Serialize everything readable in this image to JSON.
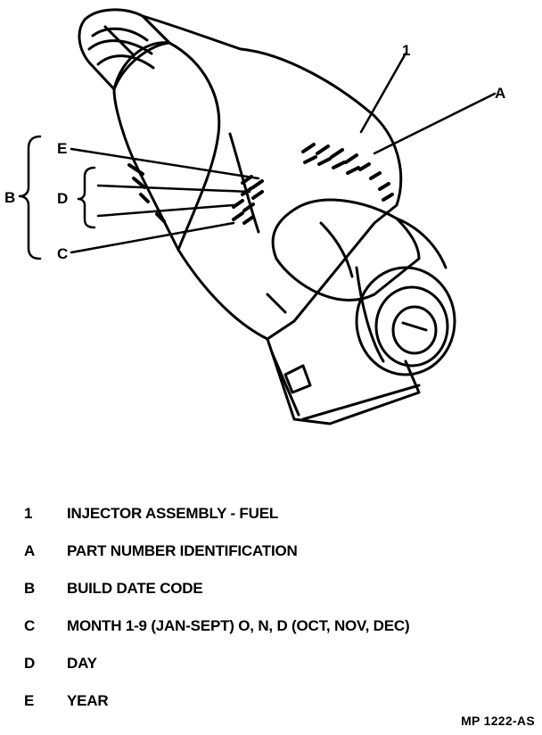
{
  "callouts": {
    "one": "1",
    "a": "A",
    "b": "B",
    "c": "C",
    "d": "D",
    "e": "E"
  },
  "legend": [
    {
      "key": "1",
      "text": "INJECTOR ASSEMBLY - FUEL"
    },
    {
      "key": "A",
      "text": "PART NUMBER IDENTIFICATION"
    },
    {
      "key": "B",
      "text": "BUILD DATE CODE"
    },
    {
      "key": "C",
      "text": "MONTH 1-9 (JAN-SEPT) O, N, D (OCT, NOV, DEC)"
    },
    {
      "key": "D",
      "text": "DAY"
    },
    {
      "key": "E",
      "text": "YEAR"
    }
  ],
  "figure_code": "MP 1222-AS"
}
